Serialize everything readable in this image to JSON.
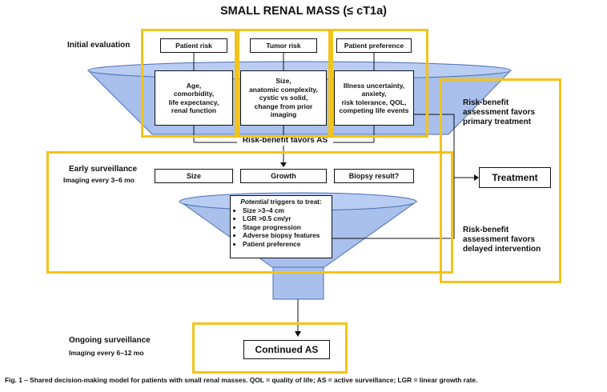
{
  "title": "SMALL RENAL MASS (≤ cT1a)",
  "initial_evaluation": {
    "label": "Initial evaluation",
    "columns": [
      {
        "header": "Patient risk",
        "details": [
          "Age,",
          "comorbidity,",
          "life expectancy,",
          "renal function"
        ]
      },
      {
        "header": "Tumor risk",
        "details": [
          "Size,",
          "anatomic complexity,",
          "cystic vs solid,",
          "change from prior",
          "imaging"
        ]
      },
      {
        "header": "Patient preference",
        "details": [
          "Illness uncertainty,",
          "anxiety,",
          "risk tolerance, QOL,",
          "competing life events"
        ]
      }
    ],
    "favors_as_label": "Risk-benefit favors AS"
  },
  "early_surveillance": {
    "label": "Early surveillance",
    "imaging": "Imaging every 3–6 mo",
    "boxes": [
      "Size",
      "Growth",
      "Biopsy result?"
    ],
    "triggers": {
      "heading_italic": "Potential",
      "heading_rest": " triggers to treat:",
      "items": [
        "Size >3–4 cm",
        "LGR >0.5 cm/yr",
        "Stage progression",
        "Adverse biopsy features",
        "Patient preference"
      ]
    }
  },
  "treatment": {
    "label": "Treatment",
    "primary": [
      "Risk-benefit",
      "assessment favors",
      "primary treatment"
    ],
    "delayed": [
      "Risk-benefit",
      "assessment favors",
      "delayed intervention"
    ]
  },
  "ongoing_surveillance": {
    "label": "Ongoing surveillance",
    "imaging": "Imaging every 6–12 mo",
    "result": "Continued AS"
  },
  "caption": "Fig. 1 – Shared decision-making model for patients with small renal masses. QOL = quality of life; AS = active surveillance; LGR = linear growth rate.",
  "colors": {
    "funnel": "#a9c0ec",
    "funnel_stroke": "#4a6fb3",
    "frame": "#f2c31a",
    "line": "#111111"
  }
}
